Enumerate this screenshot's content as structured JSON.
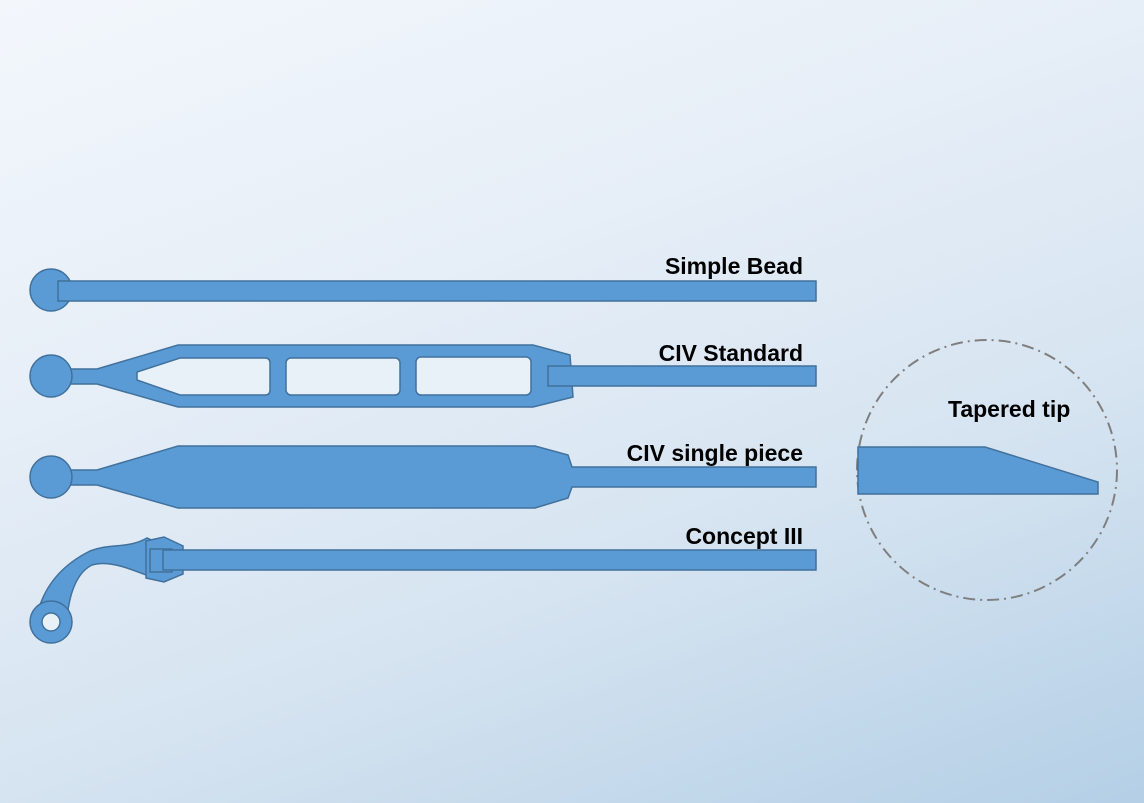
{
  "diagram": {
    "items": [
      {
        "id": "simple-bead",
        "label": "Simple Bead"
      },
      {
        "id": "civ-standard",
        "label": "CIV Standard"
      },
      {
        "id": "civ-single-piece",
        "label": "CIV single piece"
      },
      {
        "id": "concept-iii",
        "label": "Concept III"
      }
    ],
    "detail": {
      "label": "Tapered tip"
    },
    "colors": {
      "fill": "#5b9bd5",
      "outline": "#41719c",
      "detail_circle": "#7f7f7f"
    }
  }
}
